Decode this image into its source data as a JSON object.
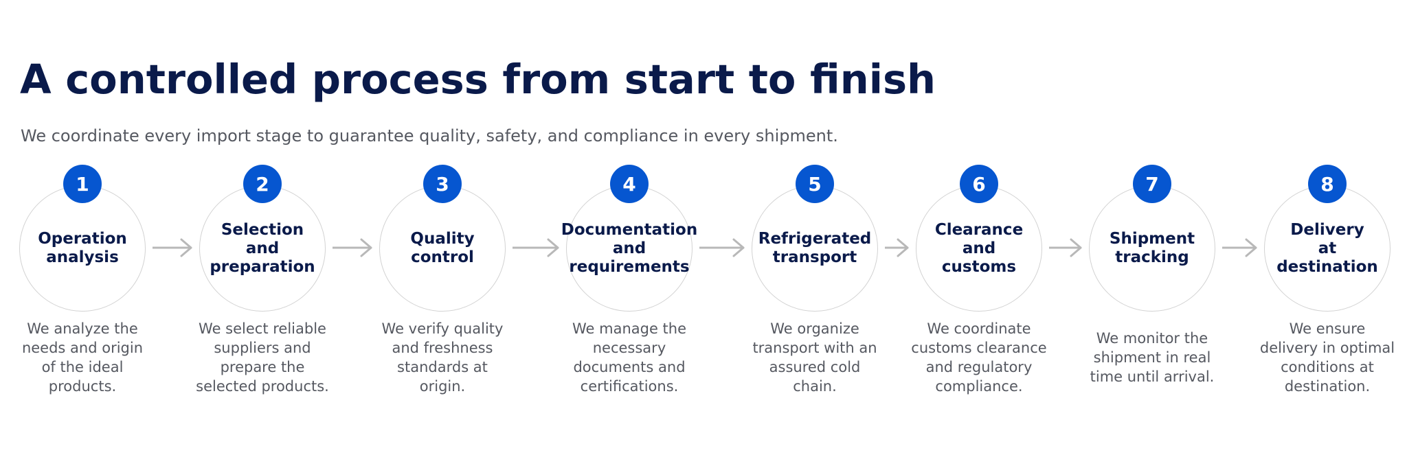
{
  "header": {
    "title": "A controlled process from start to finish",
    "subtitle": "We coordinate every import stage to guarantee quality, safety, and compliance in every shipment."
  },
  "colors": {
    "title": "#0a1a4a",
    "badge": "#0656d0",
    "text": "#555860",
    "circle_border": "#d2d2d2",
    "arrow": "#b8b8b8"
  },
  "steps": [
    {
      "number": "1",
      "title_lines": [
        "Operation",
        "analysis"
      ],
      "desc_lines": [
        "We analyze the",
        "needs and origin",
        "of the ideal",
        "products."
      ]
    },
    {
      "number": "2",
      "title_lines": [
        "Selection",
        "and",
        "preparation"
      ],
      "desc_lines": [
        "We select reliable",
        "suppliers and",
        "prepare the",
        "selected products."
      ]
    },
    {
      "number": "3",
      "title_lines": [
        "Quality",
        "control"
      ],
      "desc_lines": [
        "We verify quality",
        "and freshness",
        "standards at",
        "origin."
      ]
    },
    {
      "number": "4",
      "title_lines": [
        "Documentation",
        "and",
        "requirements"
      ],
      "desc_lines": [
        "We manage the",
        "necessary",
        "documents and",
        "certifications."
      ]
    },
    {
      "number": "5",
      "title_lines": [
        "Refrigerated",
        "transport"
      ],
      "desc_lines": [
        "We organize",
        "transport with an",
        "assured cold",
        "chain."
      ]
    },
    {
      "number": "6",
      "title_lines": [
        "Clearance",
        "and",
        "customs"
      ],
      "desc_lines": [
        "We coordinate",
        "customs clearance",
        "and regulatory",
        "compliance."
      ]
    },
    {
      "number": "7",
      "title_lines": [
        "Shipment",
        "tracking"
      ],
      "desc_lines": [
        "We monitor the",
        "shipment in real",
        "time until arrival."
      ]
    },
    {
      "number": "8",
      "title_lines": [
        "Delivery",
        "at",
        "destination"
      ],
      "desc_lines": [
        "We ensure",
        "delivery in optimal",
        "conditions at",
        "destination."
      ]
    }
  ]
}
